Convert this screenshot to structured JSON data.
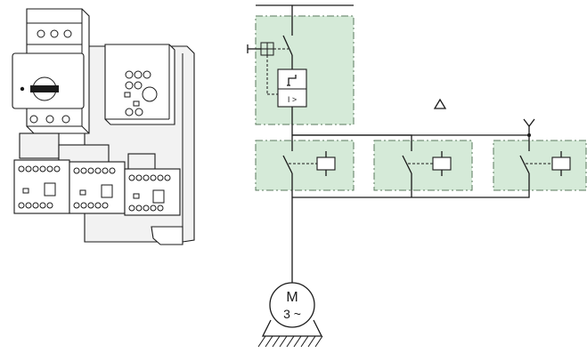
{
  "diagram": {
    "overcurrent_label": "I >",
    "motor": {
      "letter": "M",
      "rating": "3 ~"
    },
    "symbols": {
      "delta": "delta-symbol",
      "star": "star-symbol",
      "handle": "rotary-handle-symbol"
    }
  }
}
